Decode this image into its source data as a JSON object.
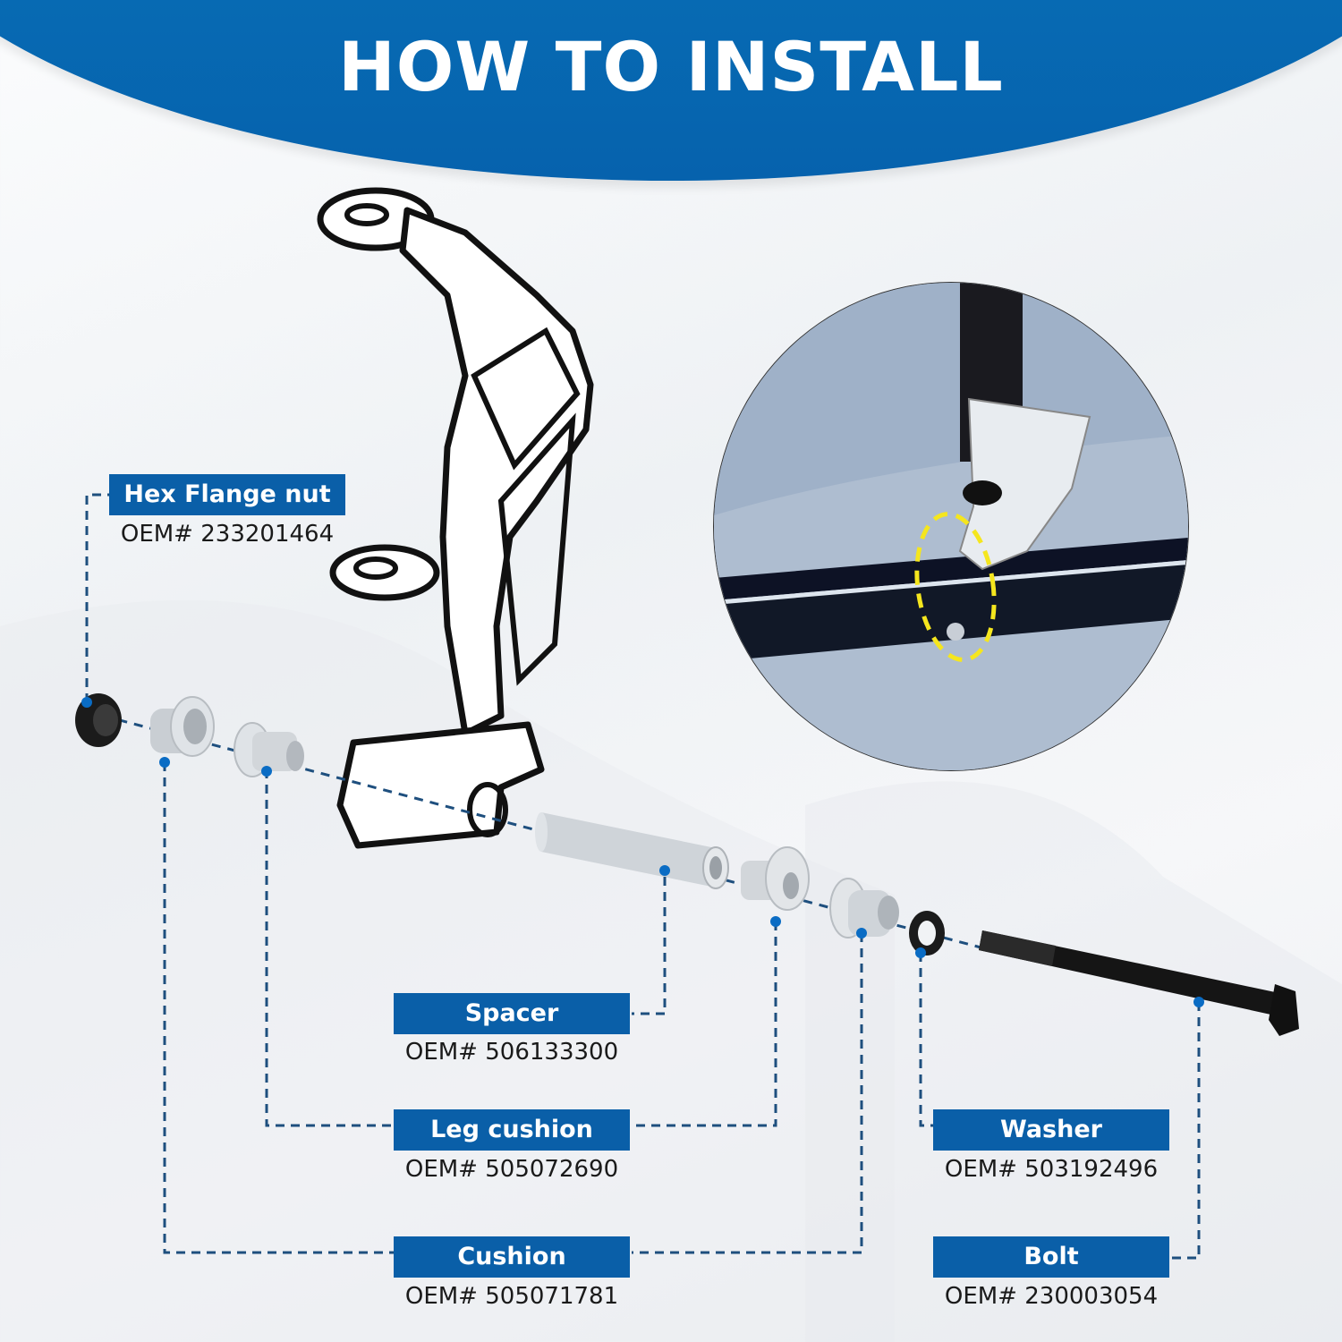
{
  "header": {
    "title": "HOW TO INSTALL",
    "background_color": "#0670b8"
  },
  "parts": [
    {
      "id": "hex-flange-nut",
      "name": "Hex Flange nut",
      "oem": "OEM# 233201464",
      "color": "black"
    },
    {
      "id": "cushion",
      "name": "Cushion",
      "oem": "OEM# 505071781",
      "color": "silver"
    },
    {
      "id": "leg-cushion",
      "name": "Leg cushion",
      "oem": "OEM# 505072690",
      "color": "silver"
    },
    {
      "id": "spacer",
      "name": "Spacer",
      "oem": "OEM# 506133300",
      "color": "silver"
    },
    {
      "id": "washer",
      "name": "Washer",
      "oem": "OEM# 503192496",
      "color": "black"
    },
    {
      "id": "bolt",
      "name": "Bolt",
      "oem": "OEM# 230003054",
      "color": "black"
    }
  ],
  "colors": {
    "label_bg": "#0a5fa8",
    "label_text": "#ffffff",
    "connector_line": "#1e4f7e",
    "connector_dot": "#0a6cc4",
    "highlight_ellipse": "#f5e61e"
  },
  "photo": {
    "description": "snowmobile ski spindle mounted on ski in snow",
    "highlight": "dashed yellow ellipse around spindle-to-ski bolt"
  },
  "diagram": {
    "description": "line drawing of snowmobile ski spindle with exploded hardware along assembly axis"
  }
}
